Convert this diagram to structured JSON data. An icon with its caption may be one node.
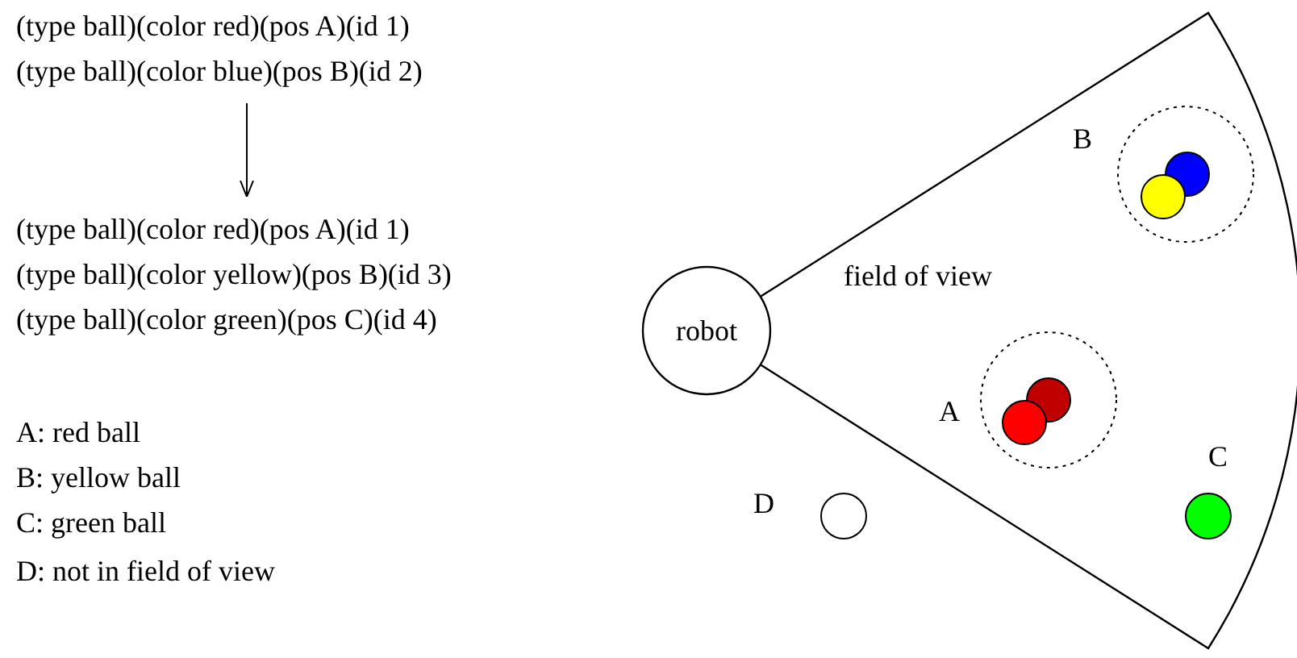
{
  "diagram": {
    "nodes": [
      {
        "text": [
          "(type ball)(color red)(pos A)(id 1)",
          "(type ball)(color blue)(pos B)(id 2)"
        ]
      },
      {
        "text": [
          "(type ball)(color red)(pos A)(id 1)",
          "(type ball)(color yellow)(pos B)(id 3)",
          "(type ball)(color green)(pos C)(id 4)"
        ]
      },
      {
        "text": [
          "field of view"
        ]
      },
      {
        "text": [
          "robot"
        ]
      }
    ],
    "edges": [
      {
        "from": 0,
        "to": 1,
        "arrow": "to"
      }
    ],
    "labels": [
      "B",
      "A",
      "C",
      "D",
      "A: red ball",
      "B: yellow ball",
      "C: green ball",
      "D: not in field of view"
    ]
  }
}
